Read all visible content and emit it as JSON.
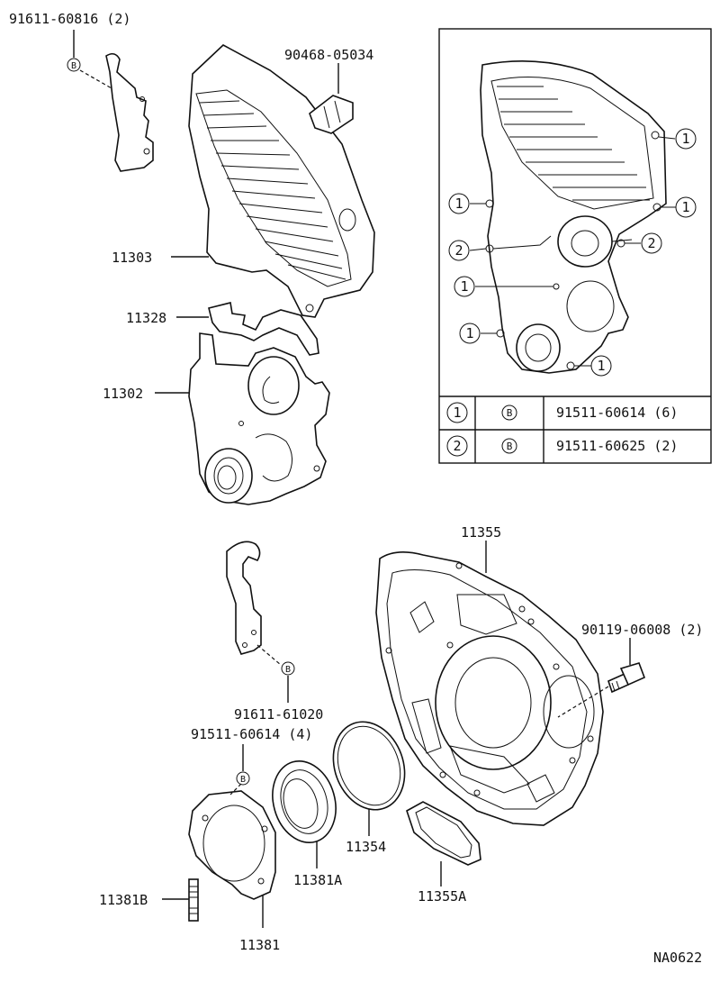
{
  "labels": {
    "p_91611_60816": "91611-60816 (2)",
    "p_90468_05034": "90468-05034",
    "p_11303": "11303",
    "p_11328": "11328",
    "p_11302": "11302",
    "p_11355": "11355",
    "p_90119_06008": "90119-06008 (2)",
    "p_91611_61020": "91611-61020",
    "p_91511_60614": "91511-60614 (4)",
    "p_11354": "11354",
    "p_11381A": "11381A",
    "p_11355A": "11355A",
    "p_11381B": "11381B",
    "p_11381": "11381",
    "drawing_code": "NA0622"
  },
  "markers": {
    "b": "B",
    "one": "1",
    "two": "2"
  },
  "bolt_table": {
    "rows": [
      {
        "index": "1",
        "symbol": "B",
        "part": "91511-60614 (6)"
      },
      {
        "index": "2",
        "symbol": "B",
        "part": "91511-60625 (2)"
      }
    ]
  }
}
